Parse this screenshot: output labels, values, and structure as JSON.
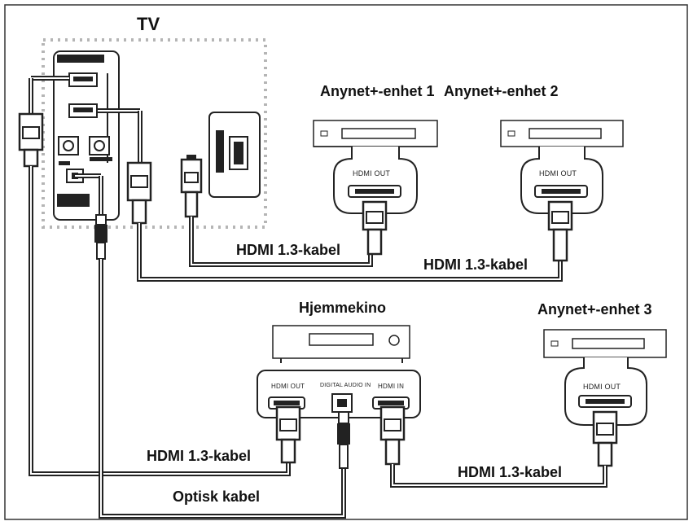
{
  "labels": {
    "tv": "TV",
    "device1": "Anynet+-enhet 1",
    "device2": "Anynet+-enhet 2",
    "device3": "Anynet+-enhet 3",
    "home_theater": "Hjemmekino",
    "cable_device1": "HDMI 1.3-kabel",
    "cable_device2": "HDMI 1.3-kabel",
    "cable_ht_out": "HDMI 1.3-kabel",
    "cable_ht_in": "HDMI 1.3-kabel",
    "optical_cable": "Optisk kabel"
  },
  "ports": {
    "device1_out": "HDMI OUT",
    "device2_out": "HDMI OUT",
    "device3_out": "HDMI OUT",
    "ht_out": "HDMI OUT",
    "ht_optical": "DIGITAL AUDIO IN",
    "ht_in": "HDMI IN"
  },
  "colors": {
    "ink": "#111111",
    "panel_dots": "#b5b5b5",
    "port_gray": "#cfcfcf"
  }
}
